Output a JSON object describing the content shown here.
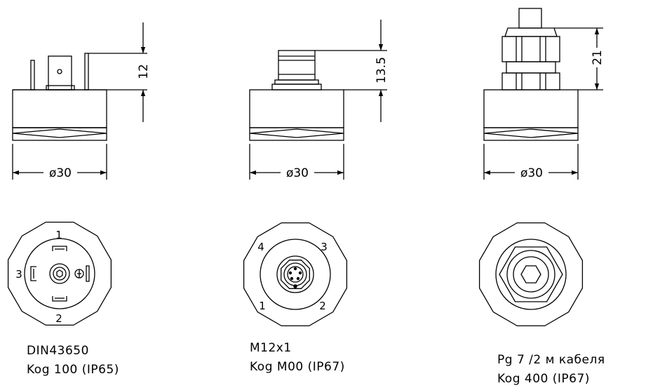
{
  "connectors": [
    {
      "id": "din",
      "dimension_height": "12",
      "dimension_diameter": "ø30",
      "pins": [
        "1",
        "2",
        "3"
      ],
      "caption_line1": "DIN43650",
      "caption_line2": "Kog 100 (IP65)"
    },
    {
      "id": "m12",
      "dimension_height": "13.5",
      "dimension_diameter": "ø30",
      "pins": [
        "1",
        "2",
        "3",
        "4"
      ],
      "caption_line1": "M12x1",
      "caption_line2": "Kog M00 (IP67)"
    },
    {
      "id": "cable",
      "dimension_height": "21",
      "dimension_diameter": "ø30",
      "pins": [],
      "caption_line1": "Pg 7 /2 м кабеля",
      "caption_line2": "Kog 400 (IP67)"
    }
  ],
  "colors": {
    "line": "#000000",
    "background": "#ffffff"
  }
}
